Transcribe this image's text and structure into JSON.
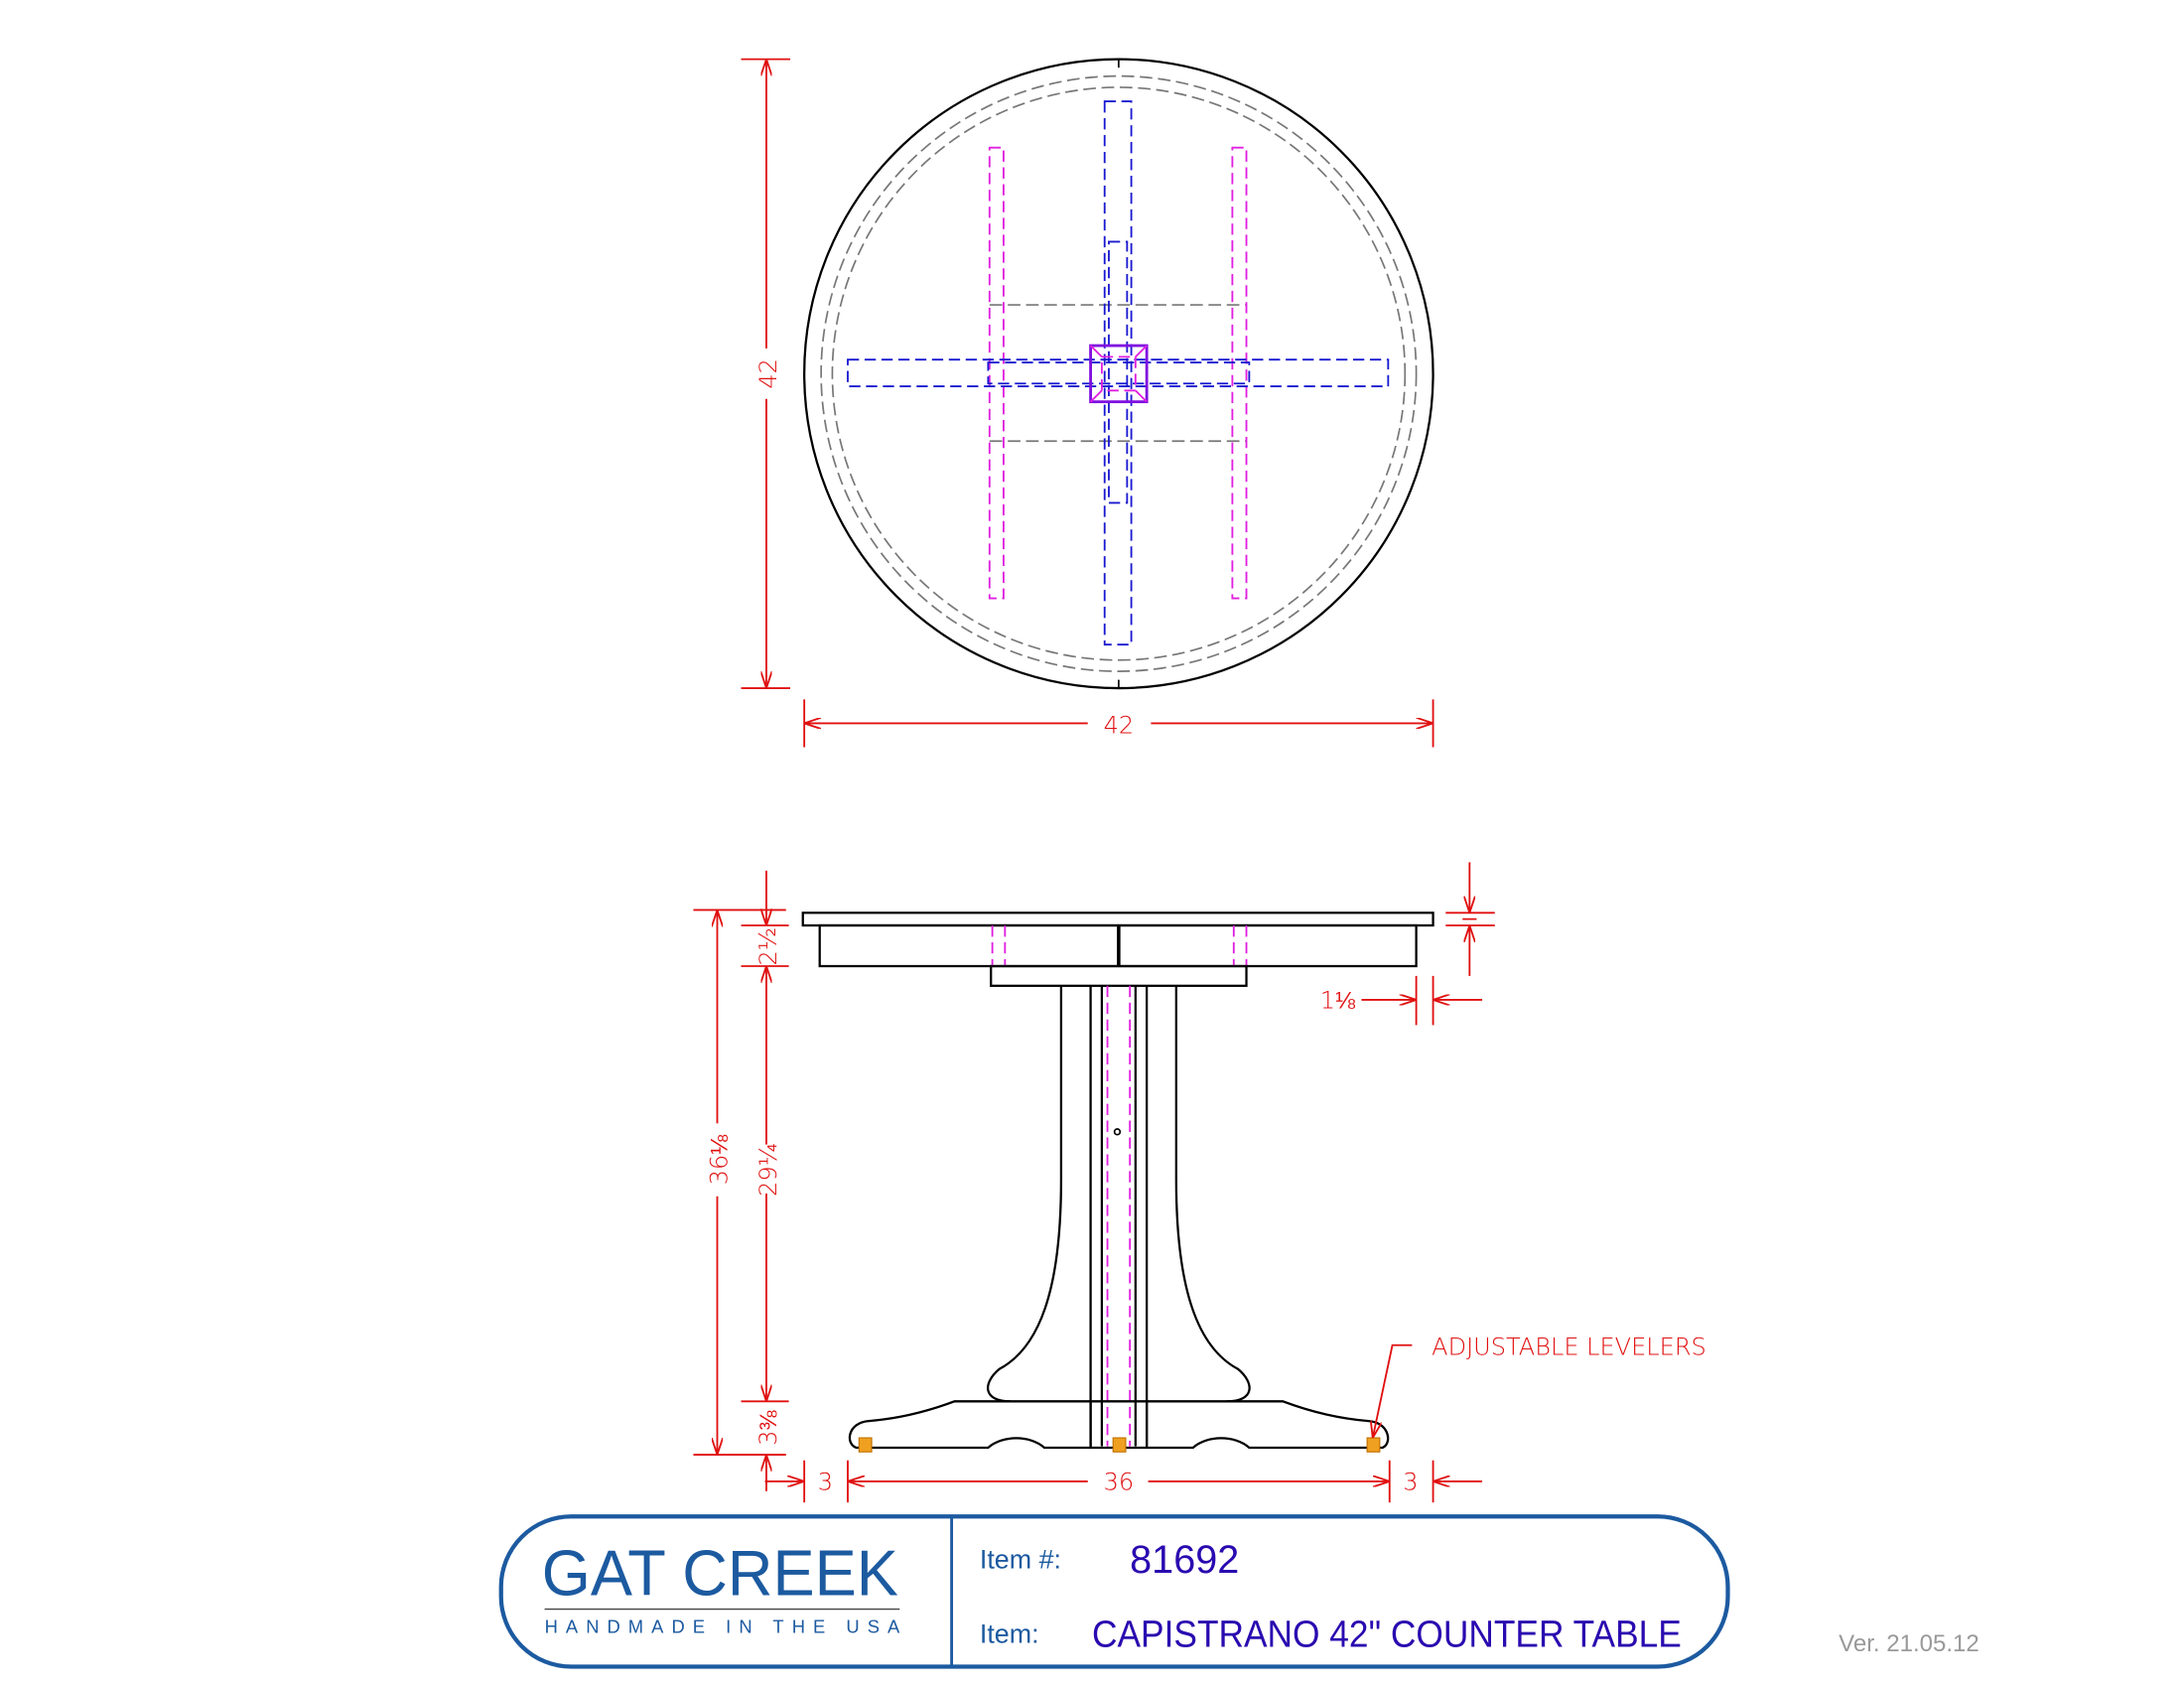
{
  "colors": {
    "dimension": "#e01010",
    "object": "#000000",
    "hidden_blue": "#1a1ad0",
    "hidden_magenta": "#e020e0",
    "hidden_gray": "#777777",
    "leveler": "#f0a020",
    "brand": "#1c5aa0",
    "item_text": "#2a0ab0",
    "version": "#999999"
  },
  "top_view": {
    "width_dim": "42",
    "depth_dim": "42"
  },
  "side_view": {
    "overall_height": "36⅛",
    "top_to_apron": "2½",
    "apron_to_base": "29¼",
    "base_height": "3⅜",
    "left_overhang": "3",
    "base_span": "36",
    "right_overhang": "3",
    "apron_inset": "1⅛",
    "callout": "ADJUSTABLE LEVELERS"
  },
  "title_block": {
    "logo_name": "GAT CREEK",
    "logo_tagline": "HANDMADE IN THE USA",
    "item_number_label": "Item #:",
    "item_number": "81692",
    "item_label": "Item:",
    "item_name": "CAPISTRANO 42\" COUNTER TABLE"
  },
  "version": "Ver. 21.05.12"
}
